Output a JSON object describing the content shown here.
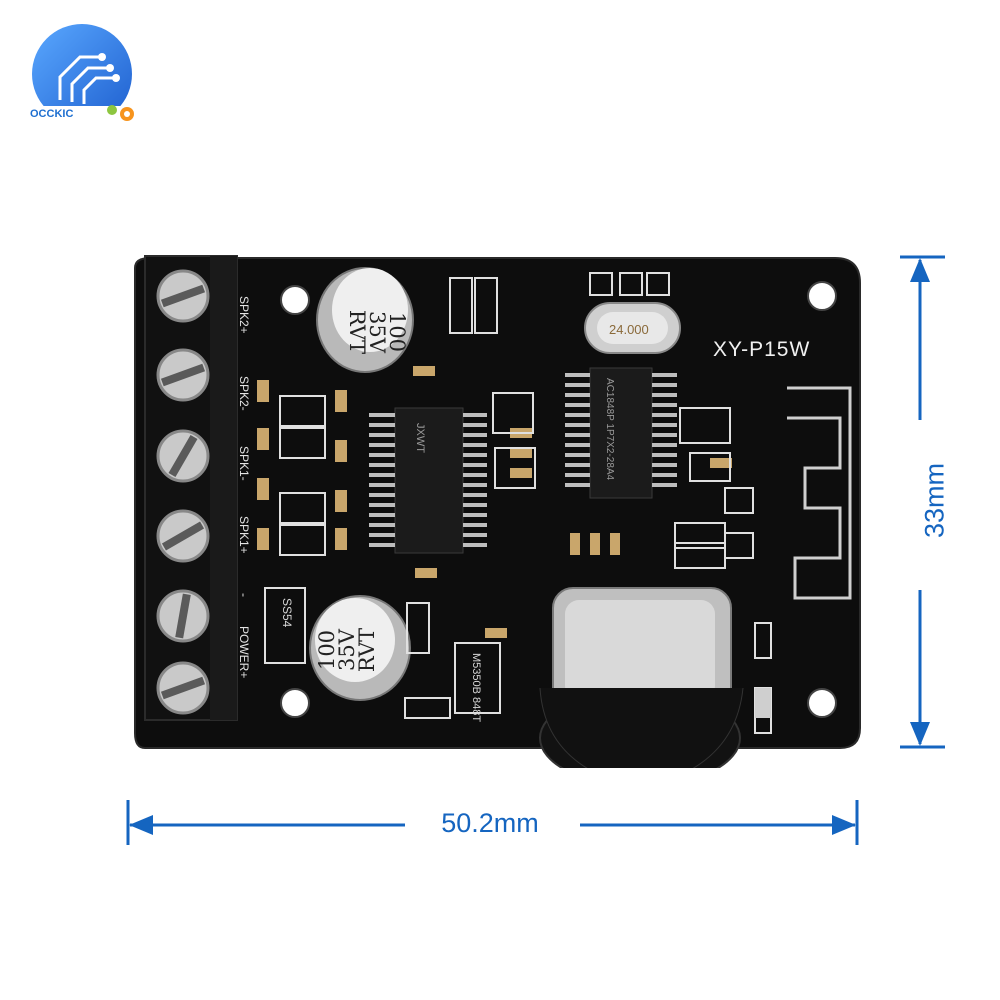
{
  "brand": {
    "name": "OCCKIC"
  },
  "board": {
    "model": "XY-P15W",
    "capacitor_top": [
      "100",
      "35V",
      "RVT"
    ],
    "capacitor_bottom": [
      "100",
      "35V",
      "RVT"
    ],
    "crystal": "24.000",
    "chip_left": "JXWT",
    "chip_right": "AC1848P 1P7X2-28A4",
    "regulator": "M5350B 848T",
    "diode": "SS54",
    "terminal_labels": [
      "SPK2+",
      "SPK2-",
      "SPK1-",
      "SPK1+",
      "-",
      "POWER+"
    ]
  },
  "dimensions": {
    "width": "50.2mm",
    "height": "33mm"
  },
  "colors": {
    "dimension_line": "#1565c0",
    "board": "#0d0d0d",
    "brand": "#1e6fd0"
  }
}
